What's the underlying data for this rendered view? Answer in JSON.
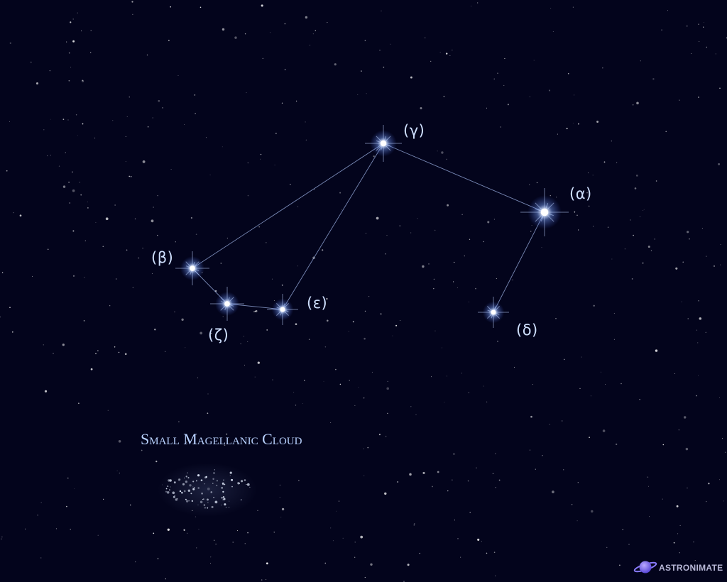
{
  "stars": [
    {
      "id": "alpha",
      "label": "(α)"
    },
    {
      "id": "beta",
      "label": "(β)"
    },
    {
      "id": "gamma",
      "label": "(γ)"
    },
    {
      "id": "delta",
      "label": "(δ)"
    },
    {
      "id": "epsilon",
      "label": "(ε)"
    },
    {
      "id": "zeta",
      "label": "(ζ)"
    }
  ],
  "connections": [
    [
      "beta",
      "gamma"
    ],
    [
      "gamma",
      "epsilon"
    ],
    [
      "gamma",
      "alpha"
    ],
    [
      "alpha",
      "delta"
    ],
    [
      "beta",
      "zeta"
    ],
    [
      "zeta",
      "epsilon"
    ]
  ],
  "deep_sky_object": {
    "label": "Small Magellanic Cloud"
  },
  "brand": {
    "name": "ASTRONIMATE",
    "icon": "planet-icon"
  },
  "colors": {
    "background": "#03041c",
    "star": "#dfeaff",
    "glow": "#6f9cff",
    "label": "#cfe0ff"
  }
}
